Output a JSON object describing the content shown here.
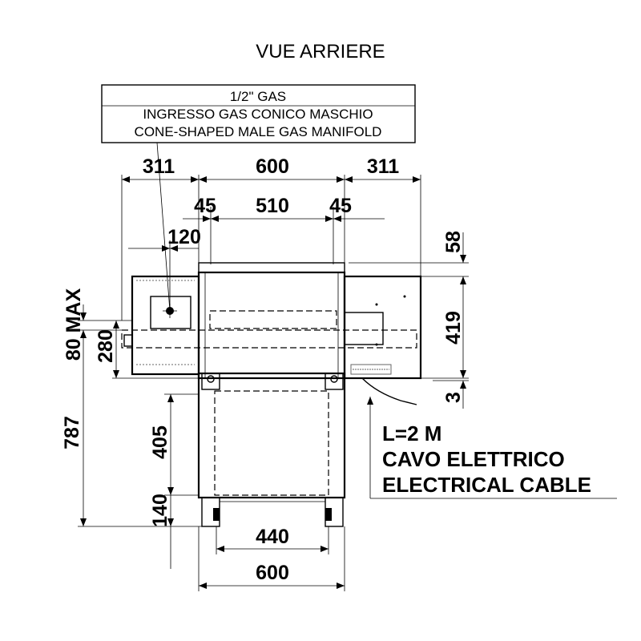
{
  "title": "VUE ARRIERE",
  "gas_note": {
    "line1": "1/2\" GAS",
    "line2": "INGRESSO GAS CONICO MASCHIO",
    "line3": "CONE-SHAPED MALE GAS MANIFOLD"
  },
  "dimensions": {
    "top_left": "311",
    "top_center": "600",
    "top_right": "311",
    "inner_left": "45",
    "inner_center": "510",
    "inner_right": "45",
    "gas_offset": "120",
    "right_top": "58",
    "right_height": "419",
    "right_bottom": "3",
    "left_max": "80 MAX",
    "left_280": "280",
    "left_787": "787",
    "stand_405": "405",
    "stand_140": "140",
    "bottom_440": "440",
    "bottom_600": "600"
  },
  "cable": {
    "length": "L=2 M",
    "it": "CAVO ELETTRICO",
    "en": "ELECTRICAL CABLE"
  }
}
